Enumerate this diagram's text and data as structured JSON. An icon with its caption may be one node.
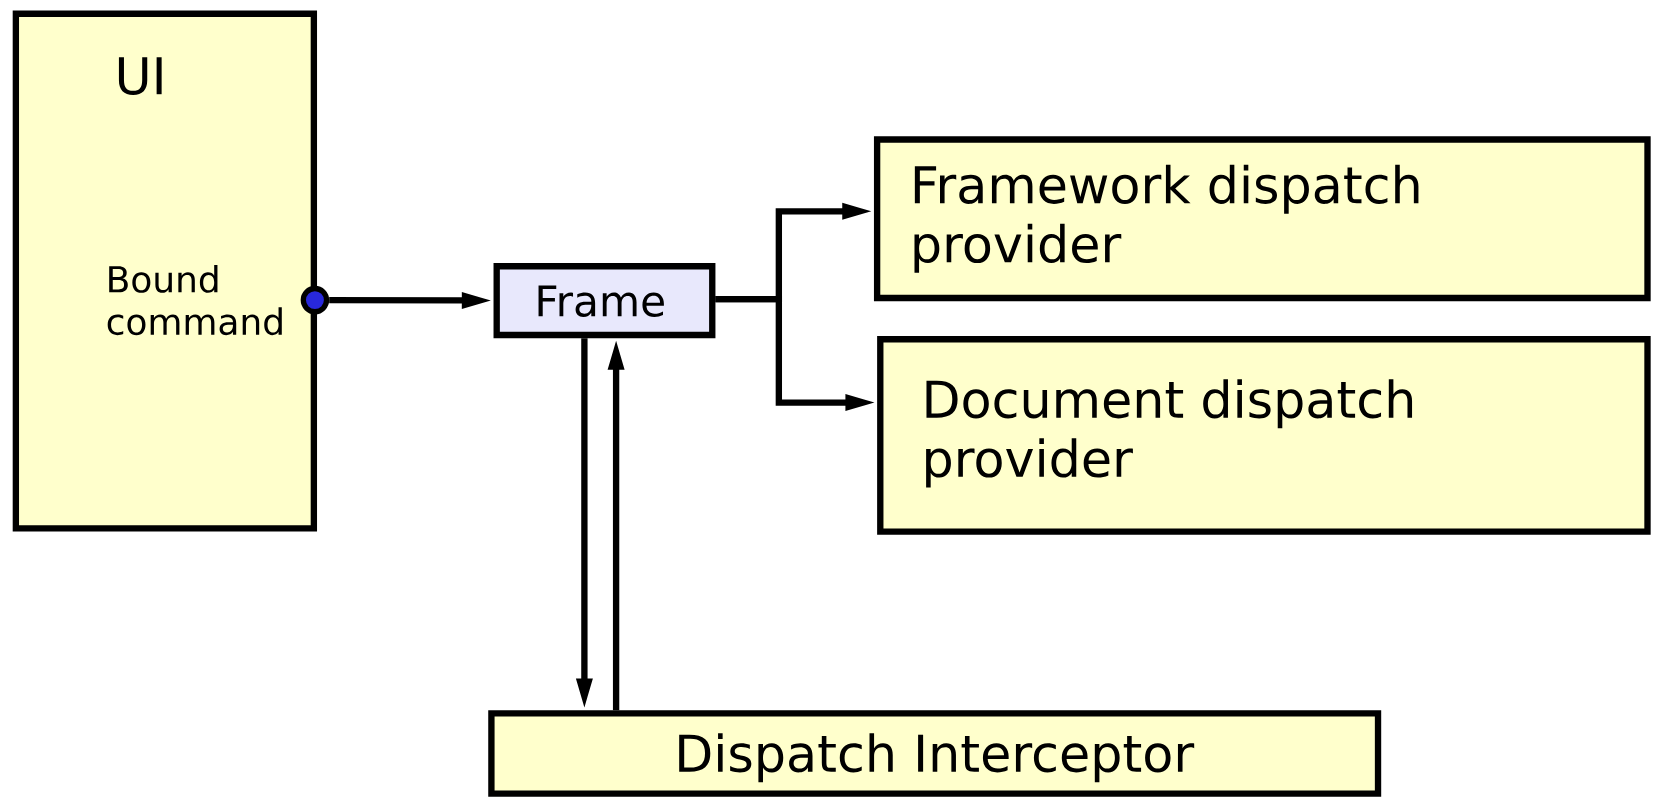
{
  "diagram": {
    "nodes": [
      {
        "text": [
          "UI",
          "Bound command"
        ]
      },
      {
        "text": [],
        "shape": "circle"
      },
      {
        "text": [
          "Frame"
        ]
      },
      {
        "text": [
          "Framework dispatch provider"
        ]
      },
      {
        "text": [
          "Document dispatch provider"
        ]
      },
      {
        "text": [
          "Dispatch Interceptor"
        ]
      }
    ],
    "edges": [
      {
        "from": 1,
        "to": 2,
        "arrow": "to"
      },
      {
        "from": 2,
        "to": 3,
        "arrow": "to"
      },
      {
        "from": 2,
        "to": 4,
        "arrow": "to"
      },
      {
        "from": 2,
        "to": 5,
        "arrow": "to"
      },
      {
        "from": 5,
        "to": 2,
        "arrow": "to"
      }
    ]
  }
}
